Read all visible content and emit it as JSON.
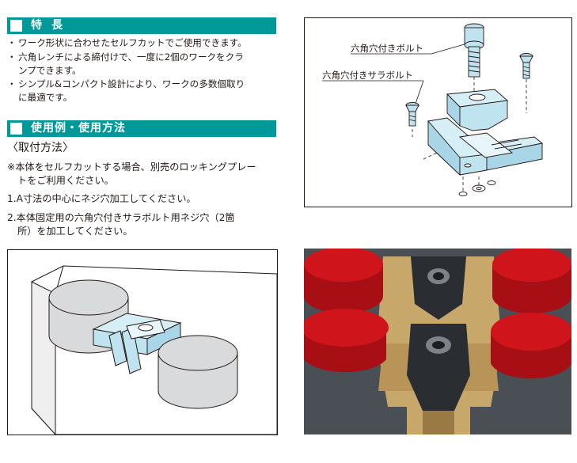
{
  "features": {
    "heading": "特長",
    "bullets": [
      [
        "ワーク形状に合わせたセルフカットでご使用できます。"
      ],
      [
        "六角レンチによる締付けで、一度に2個のワークをクラ",
        "ンプできます。"
      ],
      [
        "シンプル&コンパクト設計により、ワークの多数個取り",
        "に最適です。"
      ]
    ],
    "bullet_mark": "・"
  },
  "usage": {
    "heading": "使用例・使用方法",
    "subheading": "〈取付方法〉",
    "note_lines": [
      "※本体をセルフカットする場合、別売のロッキングプレー",
      "トをご利用ください。"
    ],
    "step1": "1.A寸法の中心にネジ穴加工してください。",
    "step2_lines": [
      "2.本体固定用の六角穴付きサラボルト用ネジ穴（2箇",
      "所）を加工してください。"
    ]
  },
  "figure_parts": {
    "label_bolt": "六角穴付きボルト",
    "label_countersunk": "六角穴付きサラボルト"
  },
  "colors": {
    "accent": "#009999",
    "part_blue": "#bfe3ef",
    "work_gray": "#d9dadb",
    "cap_red": "#d0141b",
    "brass": "#c8a86a",
    "dark_steel": "#2a2d31"
  }
}
